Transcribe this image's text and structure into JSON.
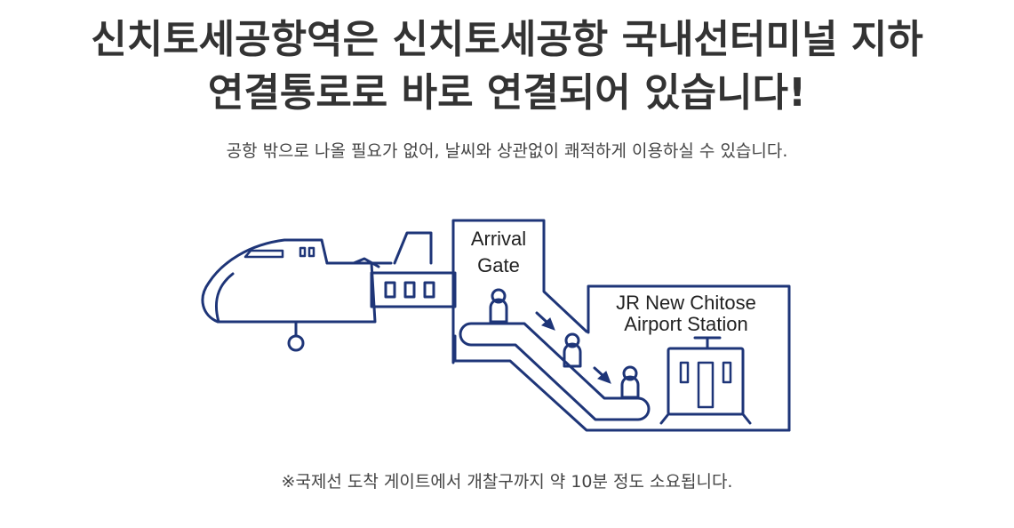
{
  "header": {
    "title_line1": "신치토세공항역은 신치토세공항 국내선터미널 지하",
    "title_line2": "연결통로로 바로 연결되어 있습니다!",
    "subtitle": "공항 밖으로 나올 필요가 없어, 날씨와 상관없이 쾌적하게 이용하실 수 있습니다."
  },
  "diagram": {
    "gate_label_line1": "Arrival",
    "gate_label_line2": "Gate",
    "station_label_line1": "JR New Chitose",
    "station_label_line2": "Airport Station",
    "line_color": "#1e3578",
    "person_color": "#1e3578"
  },
  "footer": {
    "note": "※국제선 도착 게이트에서 개찰구까지 약 10분 정도 소요됩니다."
  }
}
